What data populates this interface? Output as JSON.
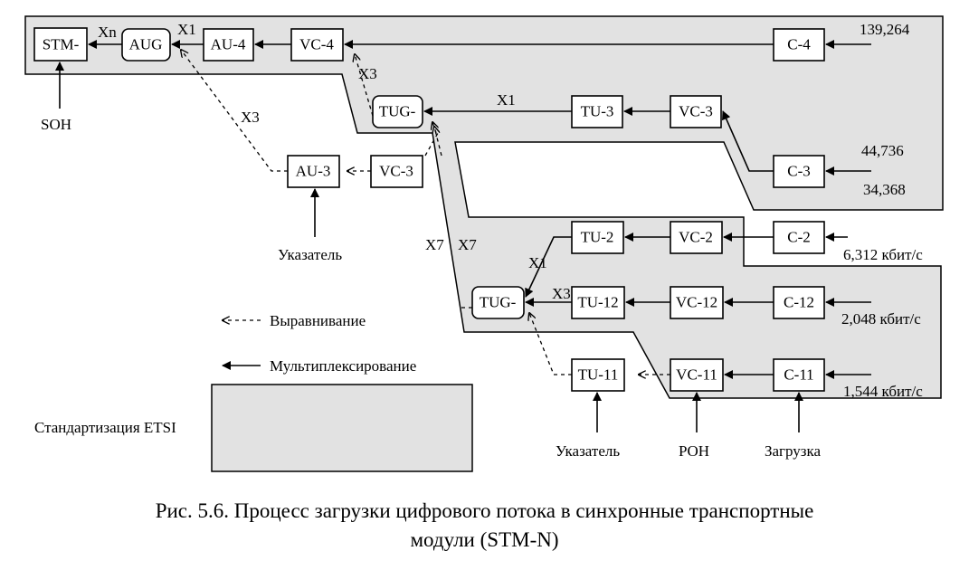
{
  "diagram": {
    "blocks": {
      "stm": "STM-",
      "aug": "AUG",
      "au4": "AU-4",
      "vc4": "VC-4",
      "c4": "C-4",
      "tug3": "TUG-",
      "tu3": "TU-3",
      "vc3_top": "VC-3",
      "c3": "C-3",
      "au3": "AU-3",
      "vc3_left": "VC-3",
      "tu2": "TU-2",
      "vc2": "VC-2",
      "c2": "C-2",
      "tug2": "TUG-",
      "tu12": "TU-12",
      "vc12": "VC-12",
      "c12": "C-12",
      "tu11": "TU-11",
      "vc11": "VC-11",
      "c11": "C-11"
    },
    "multipliers": {
      "xn": "Xn",
      "x1_aug": "X1",
      "x3_vc4": "X3",
      "x3_au3": "X3",
      "x1_tu3": "X1",
      "x7_a": "X7",
      "x7_b": "X7",
      "x1_tu2": "X1",
      "x3_tu12": "X3"
    },
    "rates": {
      "c4": "139,264",
      "c3_a": "44,736",
      "c3_b": "34,368",
      "c2": "6,312 кбит/с",
      "c12": "2,048 кбит/с",
      "c11": "1,544 кбит/с"
    },
    "inputs": {
      "soh": "SOH",
      "pointer_au3": "Указатель",
      "pointer_tu11": "Указатель",
      "poh": "POH",
      "loading": "Загрузка"
    },
    "legend": {
      "alignment": "Выравнивание",
      "multiplexing": "Мультиплексирование",
      "etsi": "Стандартизация ETSI"
    }
  },
  "caption": {
    "line1": "Рис. 5.6. Процесс загрузки цифрового потока в синхронные транспортные",
    "line2": "модули (STM-N)"
  },
  "colors": {
    "etsi_fill": "#e2e2e2",
    "stroke": "#000000"
  }
}
